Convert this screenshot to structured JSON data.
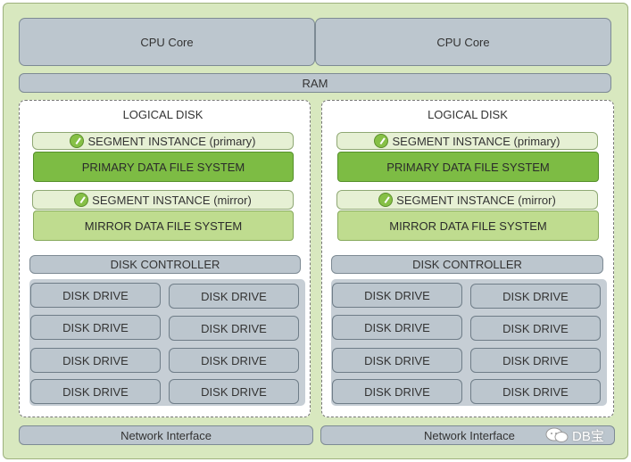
{
  "cpu_cores": [
    "CPU Core",
    "CPU Core"
  ],
  "ram_label": "RAM",
  "nodes": [
    {
      "logical_disk": "LOGICAL DISK",
      "segment_primary": "SEGMENT INSTANCE (primary)",
      "primary_fs": "PRIMARY DATA FILE SYSTEM",
      "segment_mirror": "SEGMENT INSTANCE (mirror)",
      "mirror_fs": "MIRROR DATA FILE SYSTEM",
      "disk_controller": "DISK CONTROLLER",
      "drives": [
        "DISK DRIVE",
        "DISK DRIVE",
        "DISK DRIVE",
        "DISK DRIVE",
        "DISK DRIVE",
        "DISK DRIVE",
        "DISK DRIVE",
        "DISK DRIVE"
      ],
      "network_interface": "Network Interface"
    },
    {
      "logical_disk": "LOGICAL DISK",
      "segment_primary": "SEGMENT INSTANCE (primary)",
      "primary_fs": "PRIMARY DATA FILE SYSTEM",
      "segment_mirror": "SEGMENT INSTANCE (mirror)",
      "mirror_fs": "MIRROR DATA FILE SYSTEM",
      "disk_controller": "DISK CONTROLLER",
      "drives": [
        "DISK DRIVE",
        "DISK DRIVE",
        "DISK DRIVE",
        "DISK DRIVE",
        "DISK DRIVE",
        "DISK DRIVE",
        "DISK DRIVE",
        "DISK DRIVE"
      ],
      "network_interface": "Network Interface"
    }
  ],
  "watermark": "DB宝",
  "icons": {
    "segment": "segment-instance-icon",
    "watermark": "wechat-icon"
  },
  "colors": {
    "server_bg": "#d8e8bf",
    "component_gray": "#bcc6ce",
    "primary_fs": "#7dbc44",
    "mirror_fs": "#bfdc8f",
    "segment_bg": "#e6f0d4"
  }
}
